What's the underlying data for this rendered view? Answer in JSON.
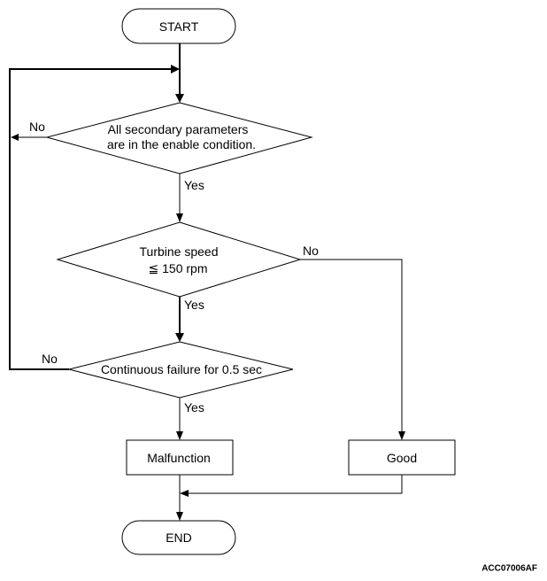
{
  "flowchart": {
    "nodes": {
      "start": {
        "label": "START"
      },
      "condition_secondary": {
        "line1": "All secondary parameters",
        "line2": "are in the enable condition."
      },
      "condition_turbine": {
        "line1": "Turbine speed",
        "line2": "≦ 150 rpm"
      },
      "condition_failure": {
        "label": "Continuous failure for 0.5 sec"
      },
      "malfunction": {
        "label": "Malfunction"
      },
      "good": {
        "label": "Good"
      },
      "end": {
        "label": "END"
      }
    },
    "edges": {
      "secondary_no": "No",
      "secondary_yes": "Yes",
      "turbine_no": "No",
      "turbine_yes": "Yes",
      "failure_no": "No",
      "failure_yes": "Yes"
    }
  },
  "figure_code": "ACC07006AF"
}
